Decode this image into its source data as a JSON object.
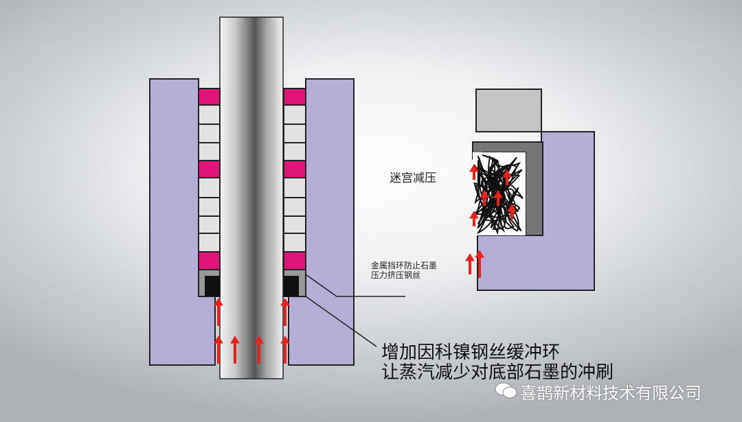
{
  "labels": {
    "labyrinth": "迷宫减压",
    "ring_line1": "金属挡环防止石墨",
    "ring_line2": "压力挤压钢丝",
    "main_line1": "增加因科镍钢丝缓冲环",
    "main_line2": "让蒸汽减少对底部石墨的冲刷"
  },
  "watermark": {
    "text": "喜鹊新材料技术有限公司",
    "icon": "wechat-icon"
  },
  "colors": {
    "housing": "#b5aed6",
    "seal_ring": "#e0157a",
    "packing": "#e2e2e2",
    "steam_arrow": "#e8221c",
    "graphite": "#111111"
  }
}
